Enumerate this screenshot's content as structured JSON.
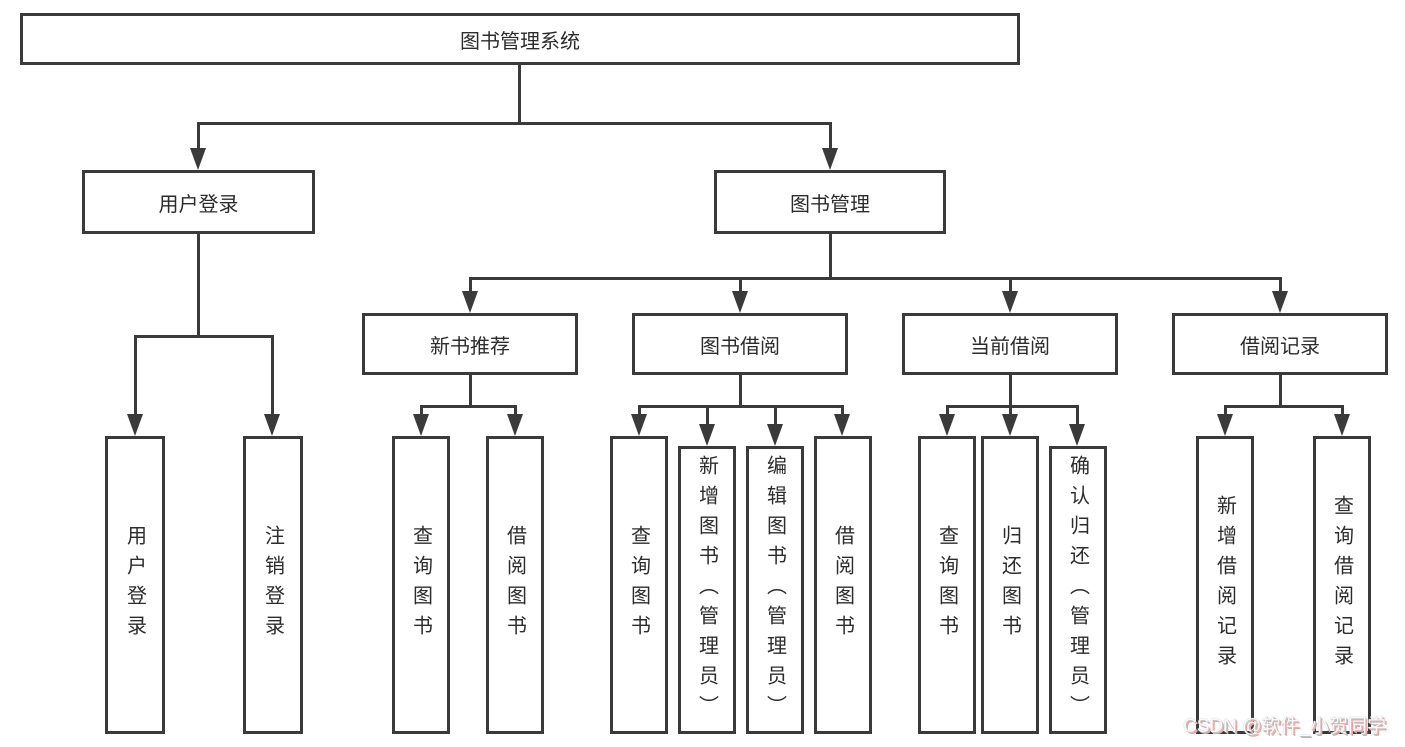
{
  "diagram": {
    "title": "图书管理系统",
    "root": {
      "label": "图书管理系统"
    },
    "level2": [
      {
        "label": "用户登录"
      },
      {
        "label": "图书管理"
      }
    ],
    "level3": [
      {
        "label": "新书推荐"
      },
      {
        "label": "图书借阅"
      },
      {
        "label": "当前借阅"
      },
      {
        "label": "借阅记录"
      }
    ],
    "leaves": {
      "user_login": [
        "用户登录",
        "注销登录"
      ],
      "new_book": [
        "查询图书",
        "借阅图书"
      ],
      "borrow": [
        "查询图书",
        "新增图书（管理员）",
        "编辑图书（管理员）",
        "借阅图书"
      ],
      "current": [
        "查询图书",
        "归还图书",
        "确认归还（管理员）"
      ],
      "records": [
        "新增借阅记录",
        "查询借阅记录"
      ]
    }
  },
  "watermark": {
    "text": "CSDN @软件_小贺同学",
    "shadow_color": "#f59c9c"
  },
  "colors": {
    "line": "#3a3a3a",
    "text": "#2c2c2c",
    "background": "#ffffff"
  }
}
